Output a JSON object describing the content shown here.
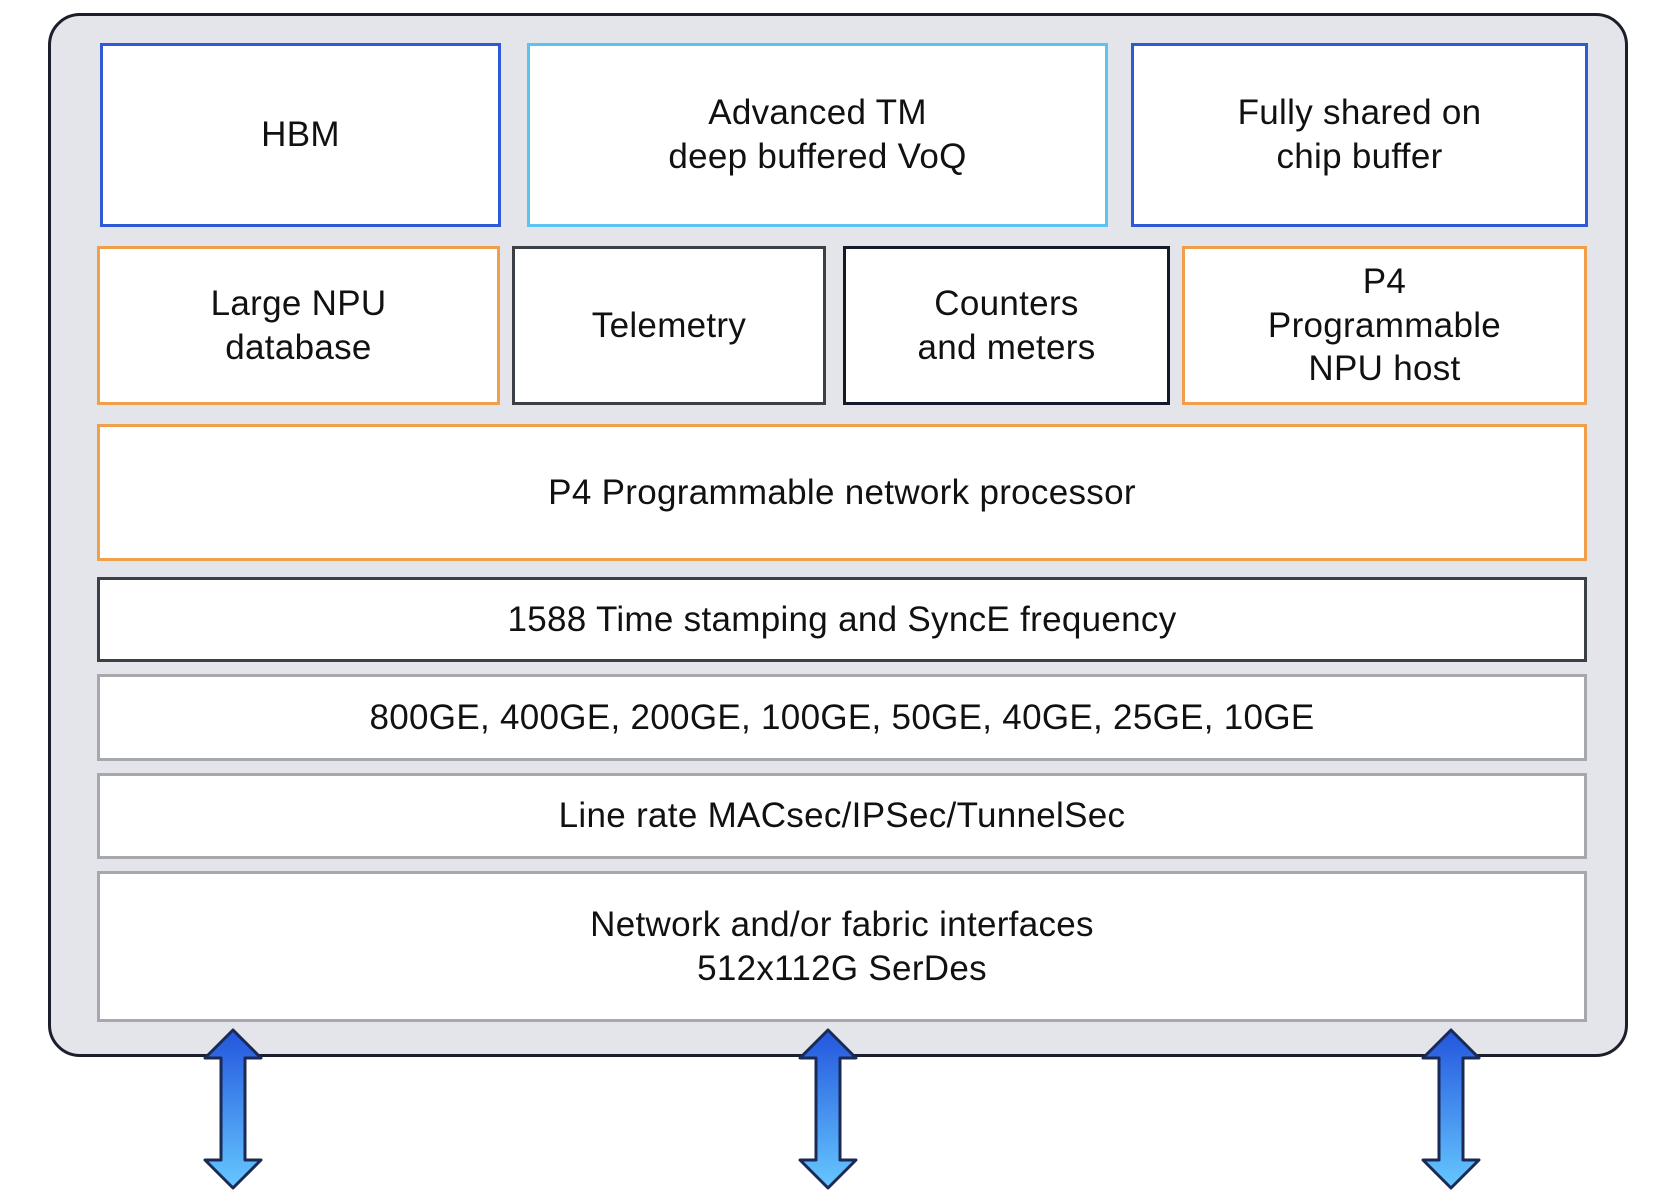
{
  "blocks": {
    "hbm": "HBM",
    "advanced_tm": "Advanced TM\ndeep buffered VoQ",
    "shared_buffer": "Fully shared on\nchip buffer",
    "large_npu_db": "Large NPU\ndatabase",
    "telemetry": "Telemetry",
    "counters_meters": "Counters\nand meters",
    "p4_npu_host": "P4\nProgrammable\nNPU host",
    "p4_network_processor": "P4 Programmable network processor",
    "time_stamping": "1588 Time stamping and SyncE frequency",
    "port_speeds": "800GE, 400GE, 200GE, 100GE, 50GE, 40GE, 25GE, 10GE",
    "line_rate_sec": "Line rate MACsec/IPSec/TunnelSec",
    "interfaces": "Network and/or fabric interfaces\n512x112G SerDes"
  },
  "colors": {
    "chip_background": "#e3e5ea",
    "chip_border": "#1a1f2b",
    "memory_border": "#2f5ad6",
    "tm_border": "#5bc3f0",
    "npu_border": "#f0a04b",
    "timing_border": "#3b3f46",
    "counters_border": "#141a2a",
    "io_border": "#a6a8ad",
    "arrow_top": "#2355dd",
    "arrow_bottom": "#66c8ff"
  },
  "icons": [
    "bidirectional-arrow-icon"
  ]
}
